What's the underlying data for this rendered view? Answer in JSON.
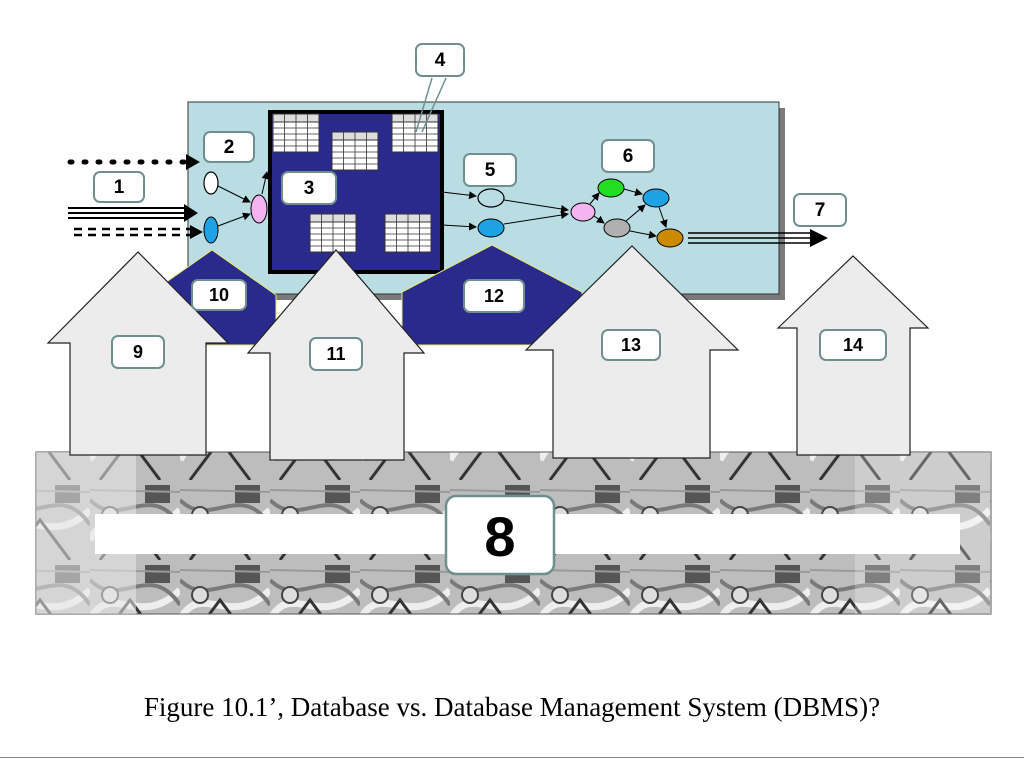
{
  "labels": {
    "n1": "1",
    "n2": "2",
    "n3": "3",
    "n4": "4",
    "n5": "5",
    "n6": "6",
    "n7": "7",
    "n8": "8",
    "n9": "9",
    "n10": "10",
    "n11": "11",
    "n12": "12",
    "n13": "13",
    "n14": "14"
  },
  "caption": "Figure 10.1’, Database vs. Database Management System (DBMS)?",
  "colors": {
    "panel": "#b9dde2",
    "database": "#2a2a8c",
    "arrow_fill": "#ececec",
    "label_border": "#6f8f8f",
    "node_green": "#22dd22",
    "node_blue": "#1ea2e6",
    "node_pink": "#f5b4f0",
    "node_gray": "#b0b0b0",
    "node_gold": "#cc8a00"
  }
}
